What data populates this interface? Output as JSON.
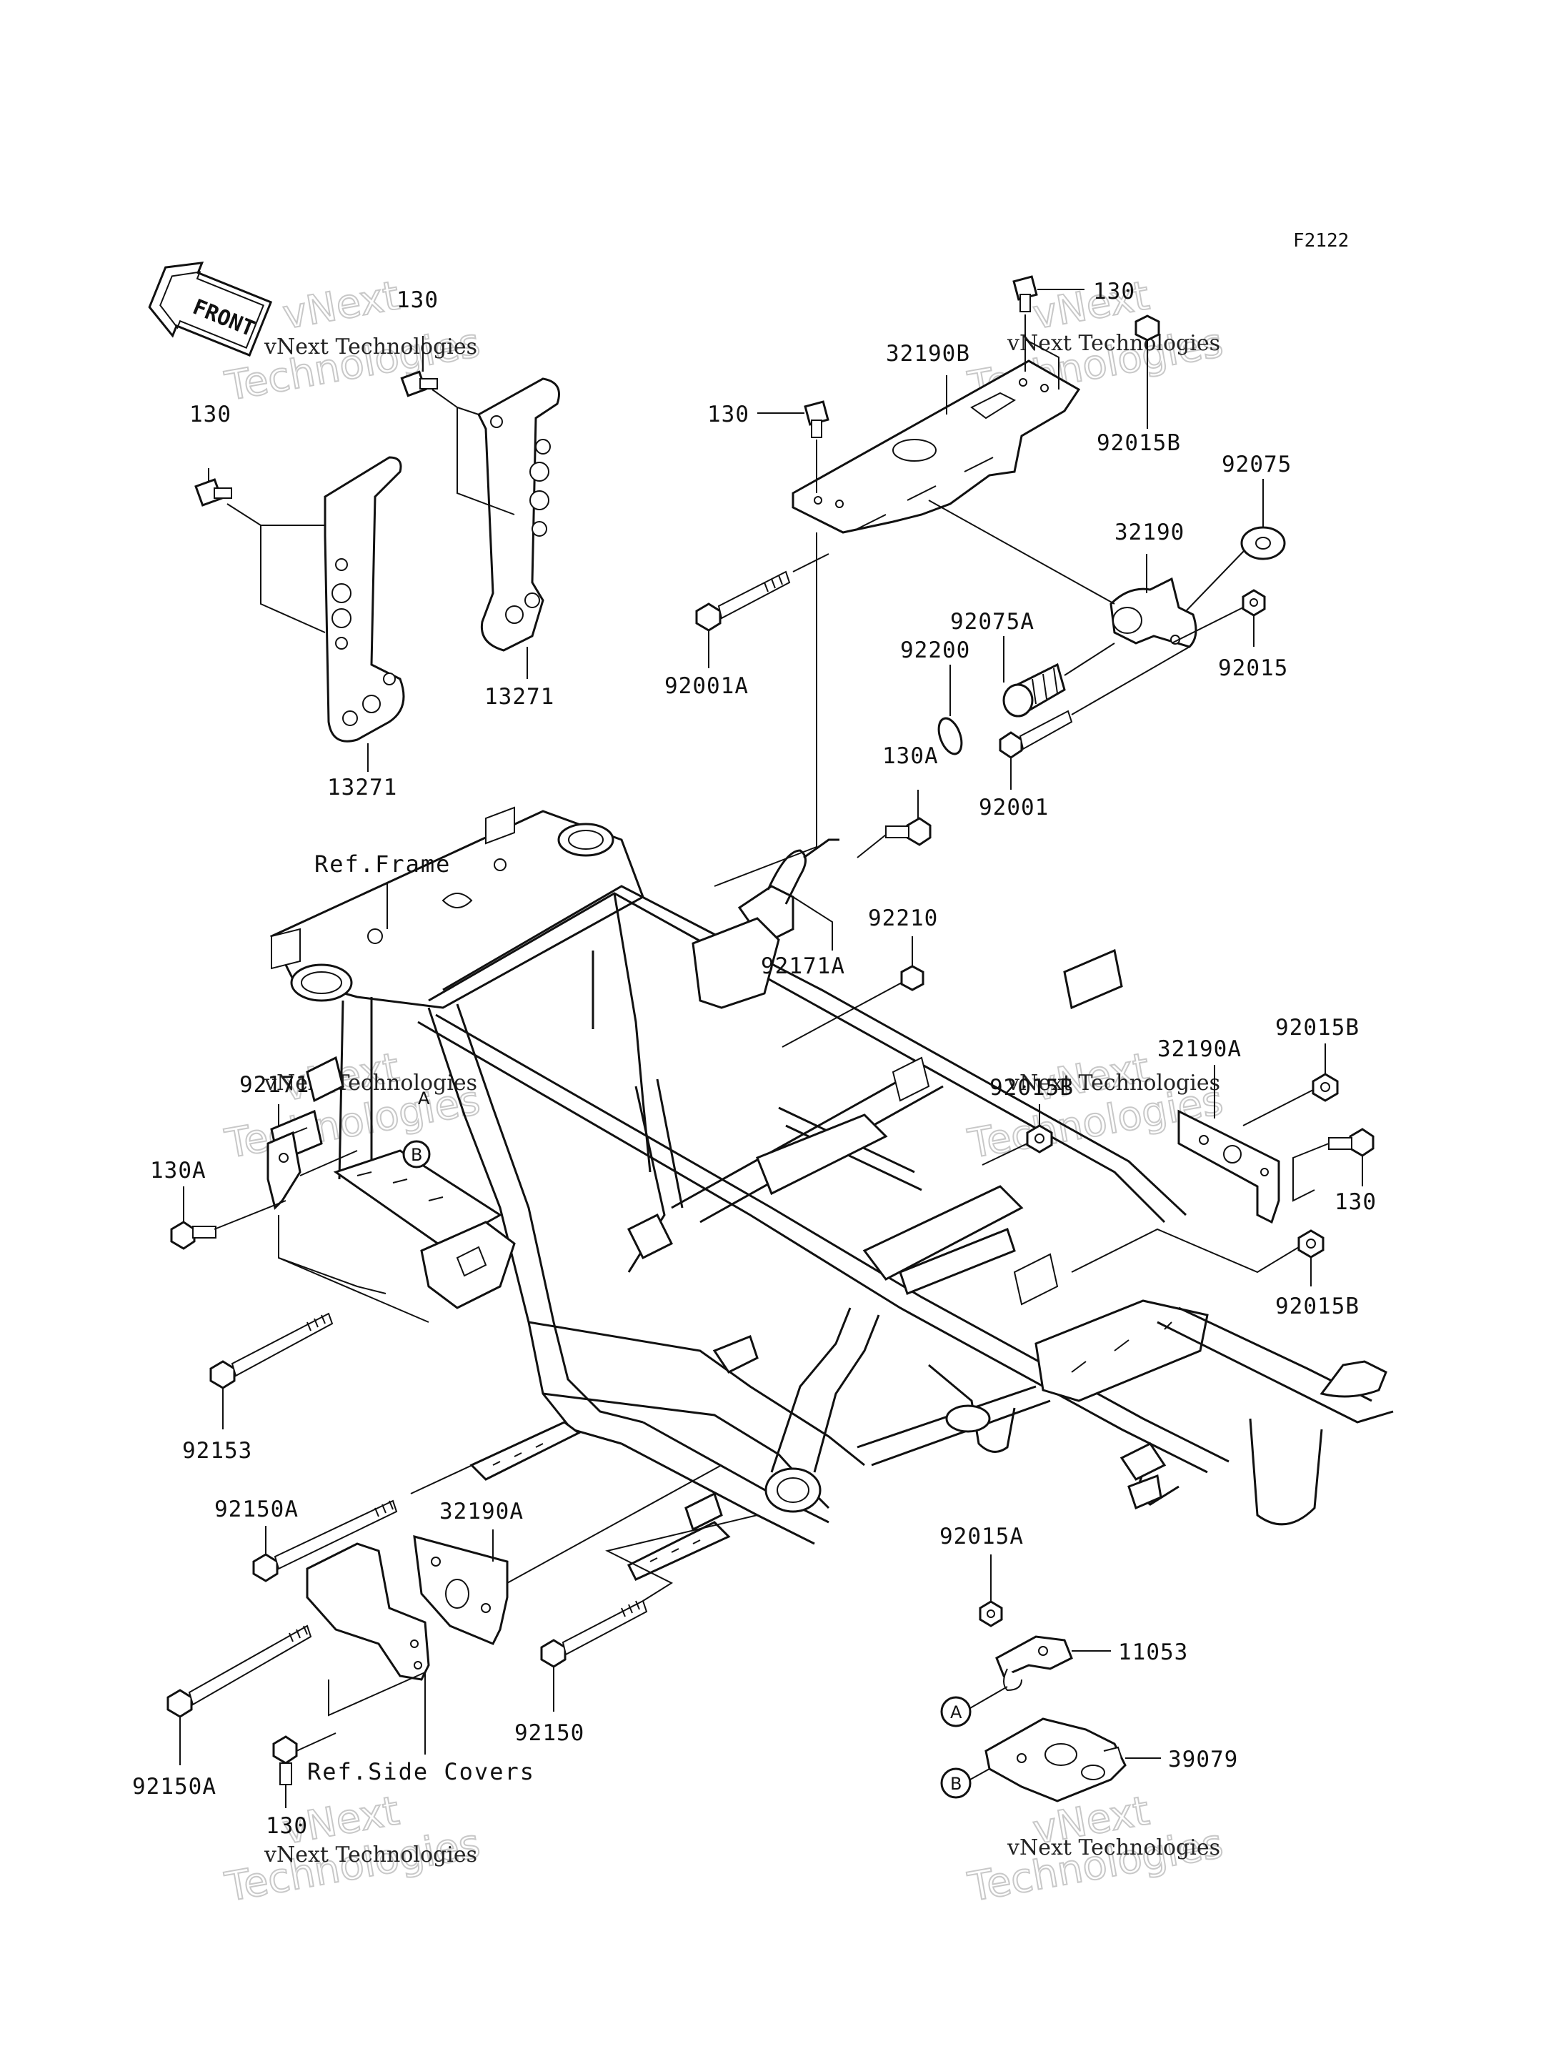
{
  "diagram_code": "F2122",
  "front_label": "FRONT",
  "labels": {
    "p130_a": "130",
    "p130_b": "130",
    "p130_c": "130",
    "p130_d": "130",
    "p130_e": "130",
    "p130_f": "130",
    "p13271_a": "13271",
    "p13271_b": "13271",
    "p32190B": "32190B",
    "p92015B_a": "92015B",
    "p92075": "92075",
    "p32190": "32190",
    "p92075A": "92075A",
    "p92200": "92200",
    "p92015": "92015",
    "p92001A": "92001A",
    "p92001": "92001",
    "p130A_a": "130A",
    "p130A_b": "130A",
    "p92210": "92210",
    "p92171A": "92171A",
    "p92171": "92171",
    "p92015B_b": "92015B",
    "p92015B_c": "92015B",
    "p92015B_d": "92015B",
    "p32190A_a": "32190A",
    "p32190A_b": "32190A",
    "p92153": "92153",
    "p92150A_a": "92150A",
    "p92150A_b": "92150A",
    "p92150": "92150",
    "p92015A": "92015A",
    "p11053": "11053",
    "p39079": "39079",
    "ref_frame": "Ref.Frame",
    "ref_side_covers": "Ref.Side Covers",
    "marker_a": "A",
    "marker_b": "B"
  },
  "watermark": {
    "line1": "vNext Technologies",
    "line2": "Technologies",
    "line3": "vNext"
  }
}
